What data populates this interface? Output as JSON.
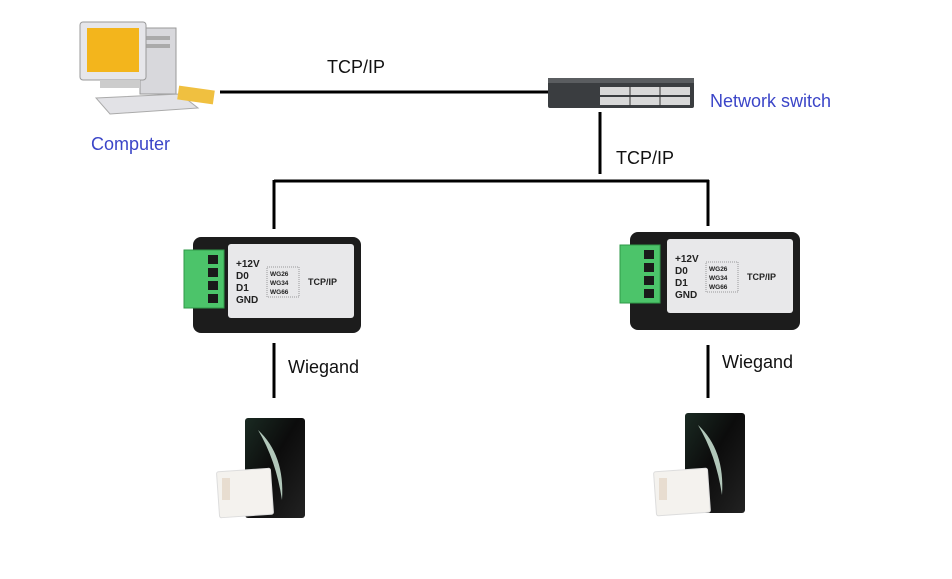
{
  "nodes": {
    "computer": {
      "label": "Computer",
      "icon": "desktop-computer-icon"
    },
    "switch": {
      "label": "Network switch",
      "icon": "network-switch-icon"
    },
    "modules": [
      {
        "pins": [
          "+12V",
          "D0",
          "D1",
          "GND"
        ],
        "modes": [
          "WG26",
          "WG34",
          "WG66"
        ],
        "protocol": "TCP/IP"
      },
      {
        "pins": [
          "+12V",
          "D0",
          "D1",
          "GND"
        ],
        "modes": [
          "WG26",
          "WG34",
          "WG66"
        ],
        "protocol": "TCP/IP"
      }
    ],
    "readers": [
      {
        "icon": "card-reader-icon"
      },
      {
        "icon": "card-reader-icon"
      }
    ]
  },
  "links": {
    "computer_switch": "TCP/IP",
    "switch_modules": "TCP/IP",
    "module_reader_left": "Wiegand",
    "module_reader_right": "Wiegand"
  },
  "colors": {
    "label_blue": "#3b45c8",
    "terminal_green": "#4cc46a",
    "line": "#000000"
  }
}
